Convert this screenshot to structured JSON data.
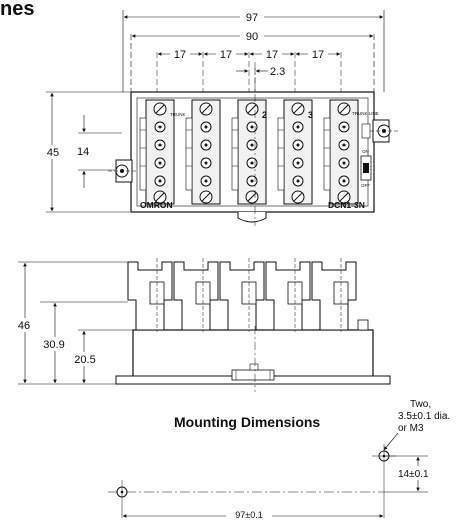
{
  "page": {
    "title_fragment": "nes",
    "section_title": "Mounting Dimensions"
  },
  "top_view": {
    "dim_overall": "97",
    "dim_inner": "90",
    "dim_pitch": "17",
    "dim_offset": "2.3",
    "dim_height": "45",
    "dim_inner_height": "14",
    "connector_numbers": [
      "2",
      "3"
    ],
    "label_trunk": "TRUNK",
    "label_trunk_line": "TRUNK LINE",
    "label_on": "ON",
    "label_off": "OFF",
    "brand": "OMRON",
    "model": "DCN1-3N"
  },
  "side_view": {
    "dim_total_height": "46",
    "dim_mid_height": "30.9",
    "dim_base_height": "20.5"
  },
  "mounting": {
    "hole_note_line1": "Two,",
    "hole_note_line2": "3.5±0.1 dia.",
    "hole_note_line3": "or M3",
    "dim_vertical": "14±0.1",
    "dim_horizontal": "97±0.1"
  }
}
